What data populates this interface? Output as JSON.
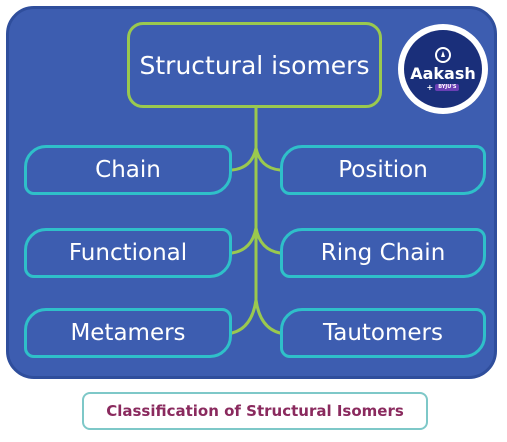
{
  "diagram": {
    "root": "Structural isomers",
    "branches": [
      {
        "left": "Chain",
        "right": "Position"
      },
      {
        "left": "Functional",
        "right": "Ring Chain"
      },
      {
        "left": "Metamers",
        "right": "Tautomers"
      }
    ]
  },
  "logo": {
    "word": "Aakash",
    "plus": "+",
    "tag": "BYJU'S"
  },
  "caption": "Classification of Structural Isomers",
  "colors": {
    "panel": "#3d5db0",
    "root_border": "#9ac94f",
    "leaf_border": "#2fc0c9",
    "connector": "#9ac94f",
    "caption_text": "#8a2a5e",
    "logo_bg": "#1a2f7a"
  }
}
